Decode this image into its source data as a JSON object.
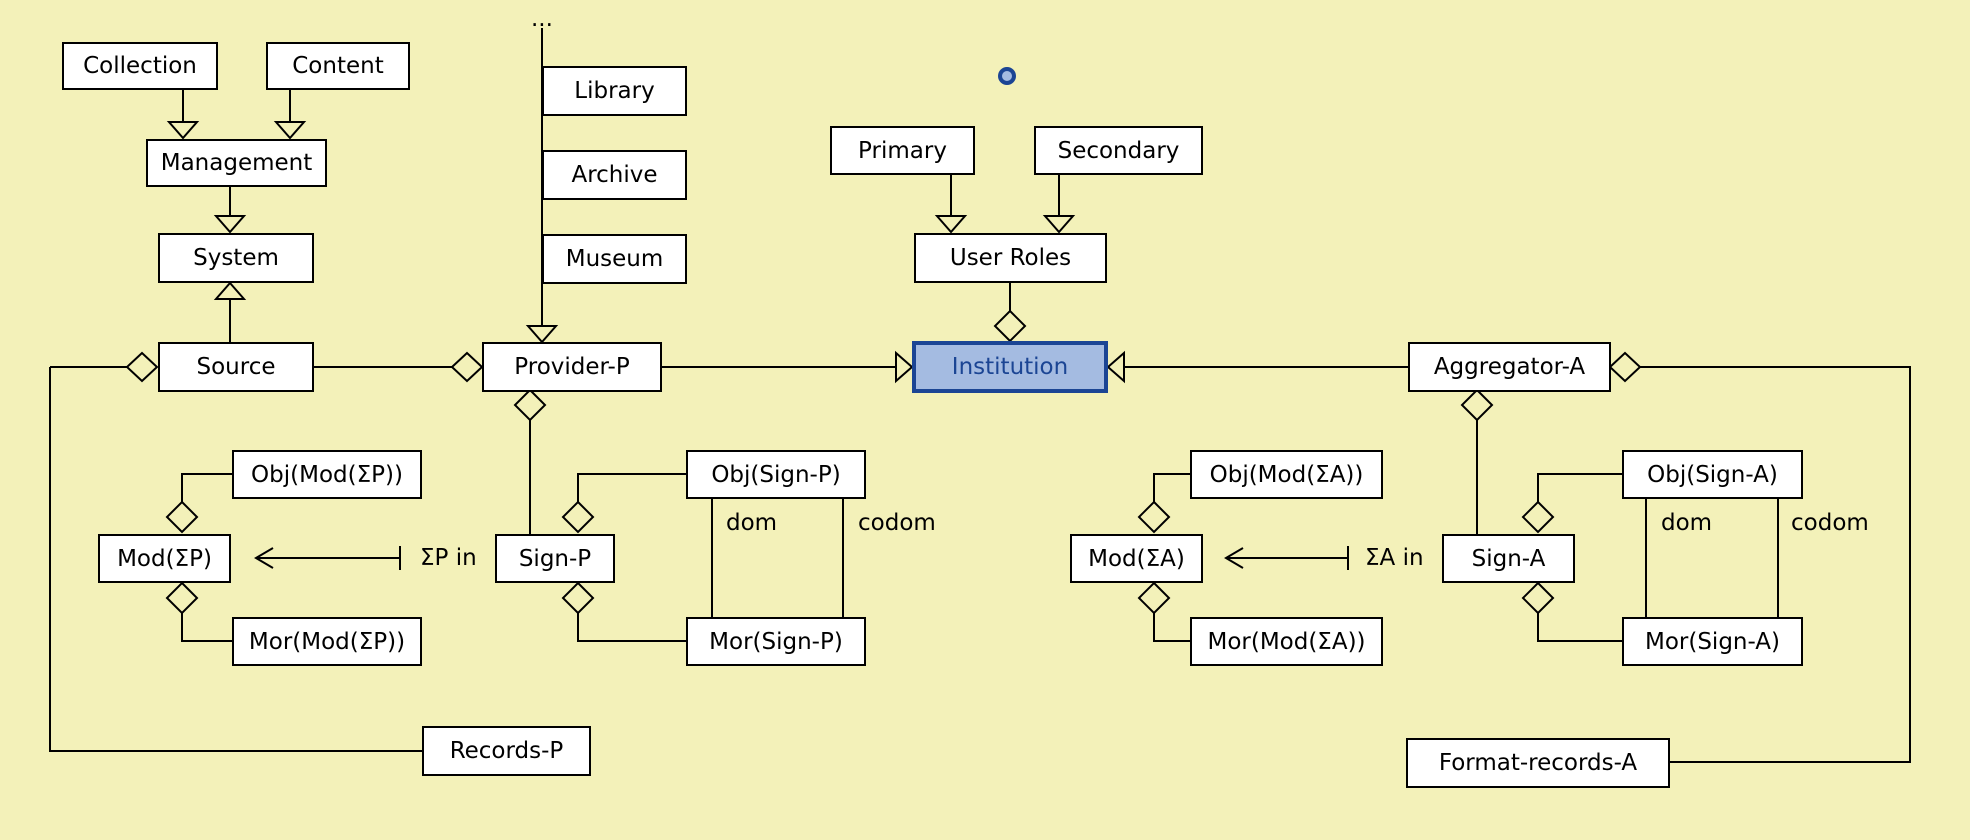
{
  "diagram": {
    "boxes": {
      "collection": "Collection",
      "content": "Content",
      "management": "Management",
      "system": "System",
      "source": "Source",
      "library": "Library",
      "archive": "Archive",
      "museum": "Museum",
      "provider_p": "Provider-P",
      "primary": "Primary",
      "secondary": "Secondary",
      "user_roles": "User Roles",
      "institution": "Institution",
      "aggregator_a": "Aggregator-A",
      "obj_mod_sp": "Obj(Mod(ΣP))",
      "mod_sp": "Mod(ΣP)",
      "mor_mod_sp": "Mor(Mod(ΣP))",
      "sign_p": "Sign-P",
      "obj_sign_p": "Obj(Sign-P)",
      "mor_sign_p": "Mor(Sign-P)",
      "records_p": "Records-P",
      "obj_mod_sa": "Obj(Mod(ΣA))",
      "mod_sa": "Mod(ΣA)",
      "mor_mod_sa": "Mor(Mod(ΣA))",
      "sign_a": "Sign-A",
      "obj_sign_a": "Obj(Sign-A)",
      "mor_sign_a": "Mor(Sign-A)",
      "format_records_a": "Format-records-A"
    },
    "labels": {
      "ellipsis": "...",
      "dom_p": "dom",
      "codom_p": "codom",
      "sp_in": "ΣP in",
      "dom_a": "dom",
      "codom_a": "codom",
      "sa_in": "ΣA in"
    },
    "selected": "Institution",
    "colors": {
      "background": "#f3f1b9",
      "selected_fill": "#a4bbe1",
      "selected_border": "#1b4594"
    }
  }
}
